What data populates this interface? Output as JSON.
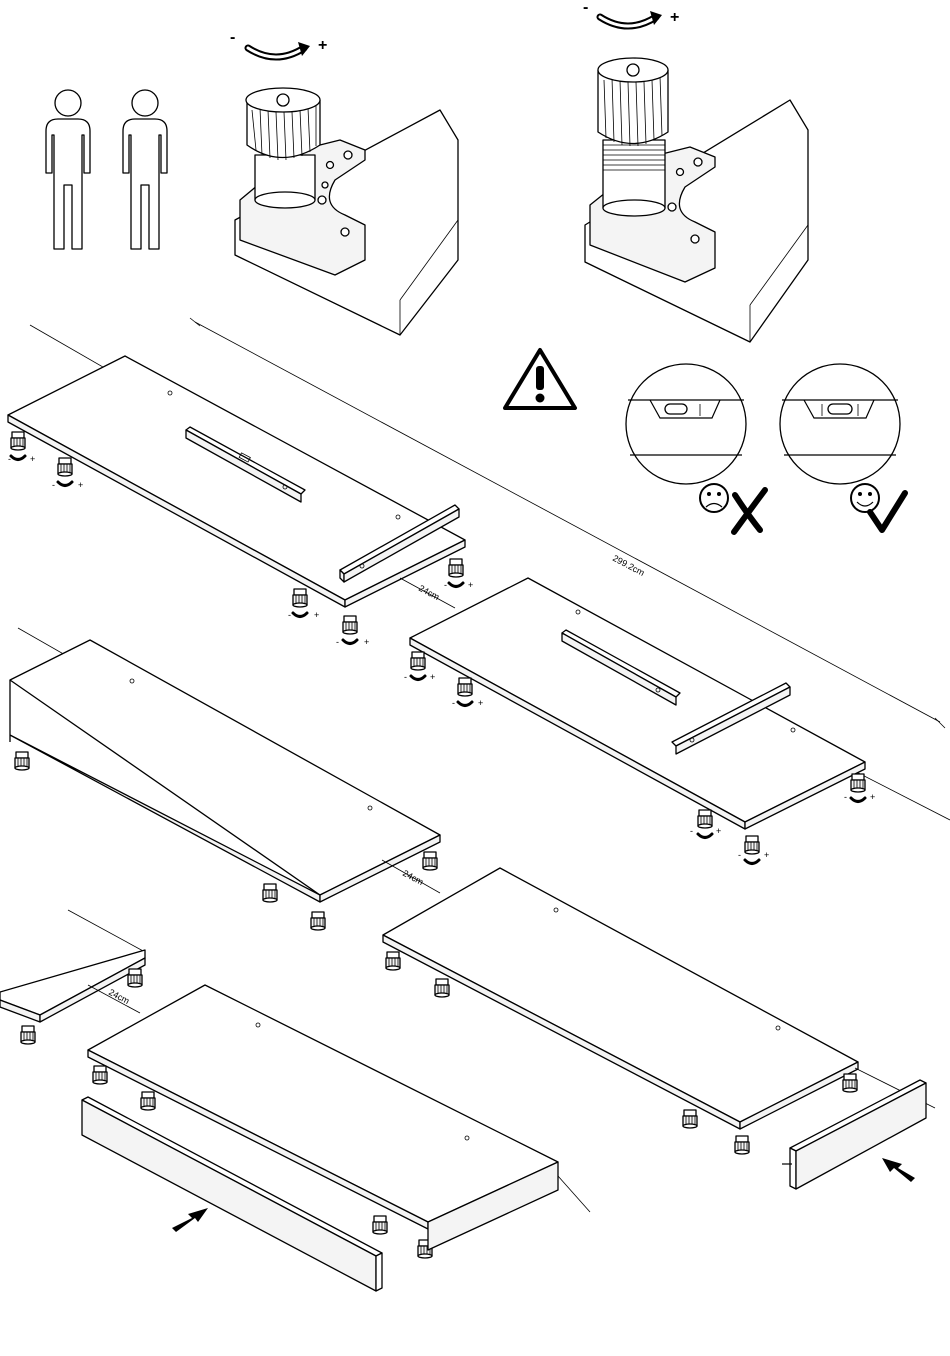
{
  "dimensions": {
    "total_length": "299.2cm",
    "gap_1": "24cm",
    "gap_2": "24cm",
    "gap_3": "24cm"
  },
  "adjust": {
    "minus": "-",
    "plus": "+"
  },
  "icons": {
    "people": "two-persons-icon",
    "warning": "warning-triangle-icon",
    "wrong_face": "sad-face-icon",
    "right_face": "smile-face-icon",
    "cross": "cross-mark-icon",
    "check": "check-mark-icon",
    "arrow": "push-arrow-icon"
  }
}
